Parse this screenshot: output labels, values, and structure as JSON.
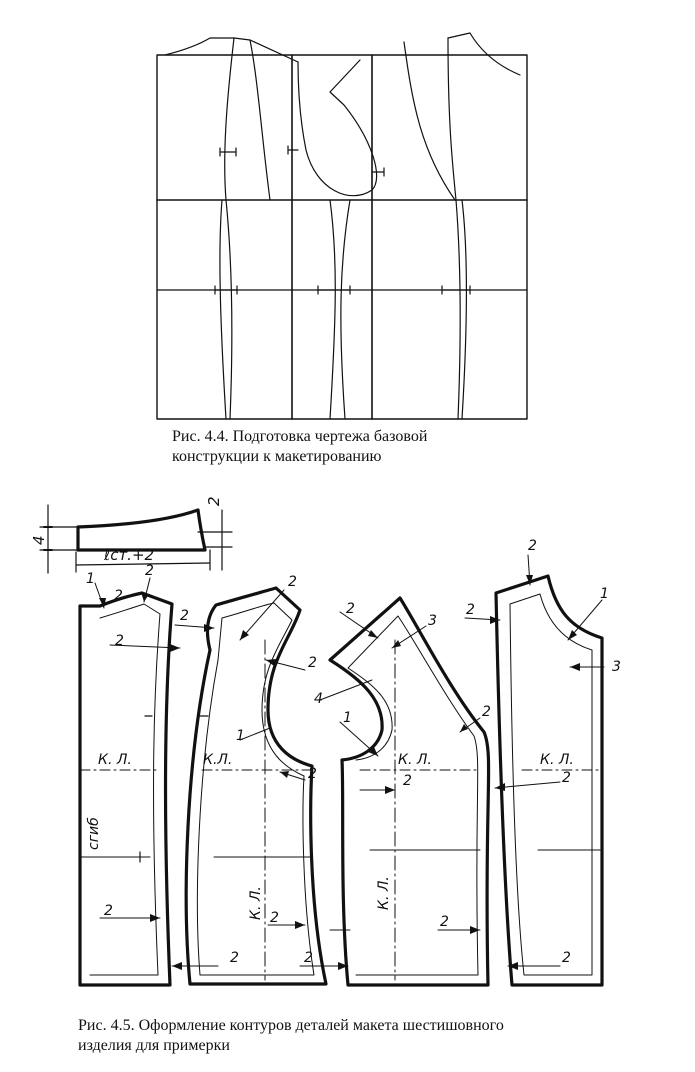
{
  "figures": {
    "fig44": {
      "caption_line1": "Рис. 4.4. Подготовка чертежа базовой",
      "caption_line2": "конструкции к макетированию"
    },
    "fig45": {
      "caption_line1": "Рис. 4.5. Оформление контуров деталей макета шестишовного",
      "caption_line2": "изделия для примерки"
    }
  },
  "labels": {
    "collar_height": "4",
    "collar_right": "2",
    "collar_length": "ℓст.+2",
    "one": "1",
    "two": "2",
    "three": "3",
    "four": "4",
    "kl": "К. Л.",
    "kl_compact": "К.Л.",
    "fold": "сгиб"
  }
}
